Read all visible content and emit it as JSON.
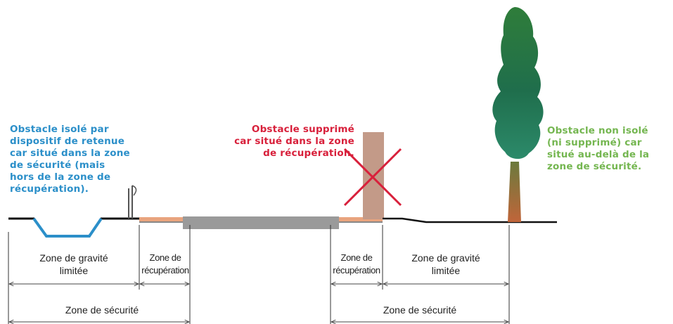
{
  "annotations": {
    "isolated": {
      "lines": [
        "Obstacle isolé par",
        "dispositif de retenue",
        "car situé dans la zone",
        "de sécurité (mais",
        "hors de la zone de",
        "récupération)."
      ],
      "color": "#2b8fc9"
    },
    "removed": {
      "lines": [
        "Obstacle supprimé",
        "car situé dans la zone",
        "de récupération."
      ],
      "color": "#d8203b"
    },
    "not_isolated": {
      "lines": [
        "Obstacle non isolé",
        "(ni supprimé) car",
        "situé au-delà de la",
        "zone de sécurité."
      ],
      "color": "#74b650"
    }
  },
  "zones": {
    "left_gravity": [
      "Zone de gravité",
      "limitée"
    ],
    "left_recovery": [
      "Zone de",
      "récupération"
    ],
    "left_safety": "Zone de sécurité",
    "right_recovery": [
      "Zone de",
      "récupération"
    ],
    "right_gravity": [
      "Zone de gravité",
      "limitée"
    ],
    "right_safety": "Zone de sécurité"
  },
  "colors": {
    "road": "#9a9a9a",
    "recovery_strip": "#e9a47e",
    "ditch": "#2b8fc9",
    "obstacle_post": "#c39a88",
    "cross": "#d8203b",
    "tree_crown": "#3d8a4c",
    "tree_trunk": "#a8593a"
  },
  "icons": [
    "guardrail-icon",
    "cross-icon",
    "tree-icon",
    "obstacle-post-icon"
  ]
}
